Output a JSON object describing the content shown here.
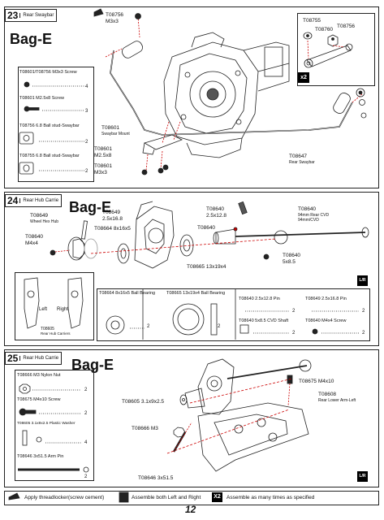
{
  "step23": {
    "num": "23",
    "title": "Rear Swaybar",
    "bag": "Bag-",
    "bag_letter": "E",
    "parts": [
      {
        "name": "T08601/T08756  M3x3 Screw",
        "qty": "4"
      },
      {
        "name": "T08601  M2.5x8 Screw",
        "qty": "3"
      },
      {
        "name": "T08756  6.8 Ball stud-Swaybar",
        "qty": "2"
      },
      {
        "name": "T08755  6.8 Ball stud-Swaybar",
        "qty": "2"
      }
    ],
    "callouts": {
      "t08756": "T08756",
      "m3x3a": "M3x3",
      "t08601a": "T08601",
      "swaybar_mount": "Swaybar Mount",
      "t08601b": "T08601",
      "m25x8": "M2.5x8",
      "t08601c": "T08601",
      "m3x3b": "M3x3",
      "t08647": "T08647",
      "rear_swaybar": "Rear Swaybar"
    },
    "inset": {
      "t08755": "T08755",
      "t08756": "T08756",
      "t08760": "T08760",
      "x2": "x2"
    }
  },
  "step24": {
    "num": "24",
    "title": "Rear Hub Carrie",
    "bag": "Bag-",
    "bag_letter": "E",
    "callouts": {
      "t08649a": "T08649",
      "hex_hub": "Wheel Hex Hub",
      "t08649b": "T08649",
      "pin1": "2.5x16.8",
      "t08664": "T08664 8x16x5",
      "t08640a": "T08640",
      "m4x4": "M4x4",
      "t08640b": "T08640",
      "pin2": "2.5x12.8",
      "t08640c": "T08640",
      "t08640d": "T08640",
      "cvd": "94mm Rear CVD",
      "cvd2": "94mm/CVD",
      "t08640e": "T08640",
      "n58": "5x8.5",
      "t08665": "T08665 13x19x4"
    },
    "lr": {
      "left": "Left",
      "right": "Right",
      "part": "T08605",
      "desc": "Rear Hub Carriers"
    },
    "parts": [
      {
        "name": "T08664  8x16x5 Ball Bearing",
        "qty": "2"
      },
      {
        "name": "T08665  13x19x4 Ball Bearing",
        "qty": "2"
      },
      {
        "name": "T08640  2.5x12.8 Pin",
        "qty": "2"
      },
      {
        "name": "T08649  2.5x16.8 Pin",
        "qty": "2"
      },
      {
        "name": "T08640  5x8.5 CVD Shaft",
        "qty": "2"
      },
      {
        "name": "T08640  M4x4 Screw",
        "qty": "2"
      }
    ]
  },
  "step25": {
    "num": "25",
    "title": "Rear Hub Carrie",
    "bag": "Bag-",
    "bag_letter": "E",
    "parts": [
      {
        "name": "T08666  M3 Nylon Nut",
        "qty": "2"
      },
      {
        "name": "T08675  M4x10 Screw",
        "qty": "2"
      },
      {
        "name": "T08605  3.1x9x2.5 Plastic Washer",
        "qty": "4"
      },
      {
        "name": "T08646  3x51.5 Arm Pin",
        "qty": "2"
      }
    ],
    "callouts": {
      "t08675": "T08675 M4x10",
      "t08608": "T08608",
      "arm": "Rear Lower Arm-Left",
      "t08605": "T08605 3.1x9x2.5",
      "t08666": "T08666 M3",
      "t08646": "T08646 3x51.5"
    }
  },
  "footer": {
    "threadlocker": "Apply threadlocker(screw cement)",
    "lr": "Assemble both Left and Right",
    "x2_text": "Assemble as many times as specified",
    "x2": "X2",
    "page": "12"
  },
  "badges": {
    "lr": "L/R",
    "x2": "x2"
  }
}
